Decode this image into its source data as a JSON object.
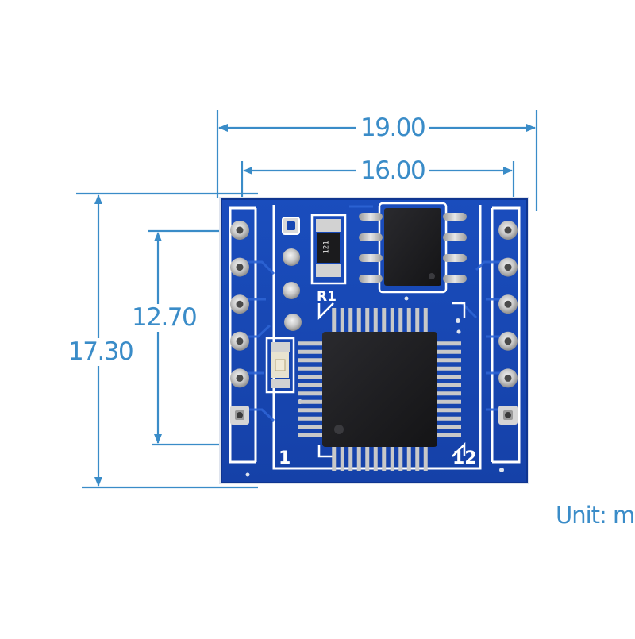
{
  "dimensions": {
    "overall_width": "19.00",
    "pin_span_width": "16.00",
    "pin_span_height": "12.70",
    "overall_height": "17.30",
    "unit": "Unit: mm"
  },
  "board": {
    "resistor_label": "R1",
    "resistor_marking": "121",
    "pin_first": "1",
    "pin_last": "12",
    "pins_per_side": 6
  },
  "colors": {
    "pcb": "#1747b3",
    "pcb_edge": "#0f3590",
    "dimension": "#3a8cc8",
    "chip": "#1c1c1e",
    "pad": "#d9d9d9",
    "silkscreen": "#ffffff"
  }
}
